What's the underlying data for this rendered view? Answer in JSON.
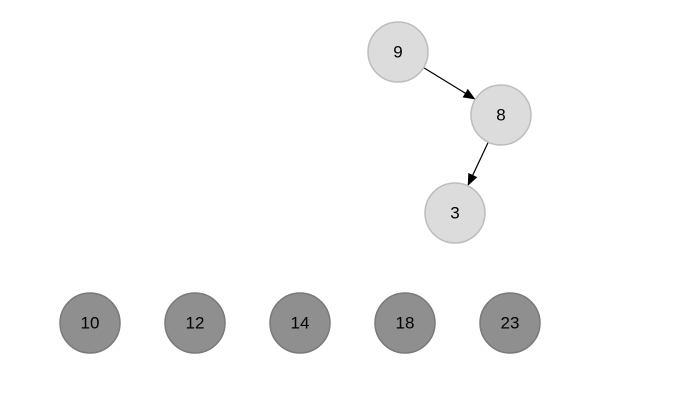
{
  "colors": {
    "background": "#ffffff",
    "tree_node_fill": "#dcdcdc",
    "tree_node_stroke": "#bdbdbd",
    "row_node_fill": "#8f8f8f",
    "row_node_stroke": "#7a7a7a",
    "edge": "#000000"
  },
  "tree": {
    "nodes": [
      {
        "id": "n9",
        "label": "9"
      },
      {
        "id": "n8",
        "label": "8"
      },
      {
        "id": "n3",
        "label": "3"
      }
    ],
    "edges": [
      {
        "from": "n9",
        "to": "n8"
      },
      {
        "from": "n8",
        "to": "n3"
      }
    ]
  },
  "row": {
    "nodes": [
      {
        "id": "r10",
        "label": "10"
      },
      {
        "id": "r12",
        "label": "12"
      },
      {
        "id": "r14",
        "label": "14"
      },
      {
        "id": "r18",
        "label": "18"
      },
      {
        "id": "r23",
        "label": "23"
      }
    ]
  }
}
